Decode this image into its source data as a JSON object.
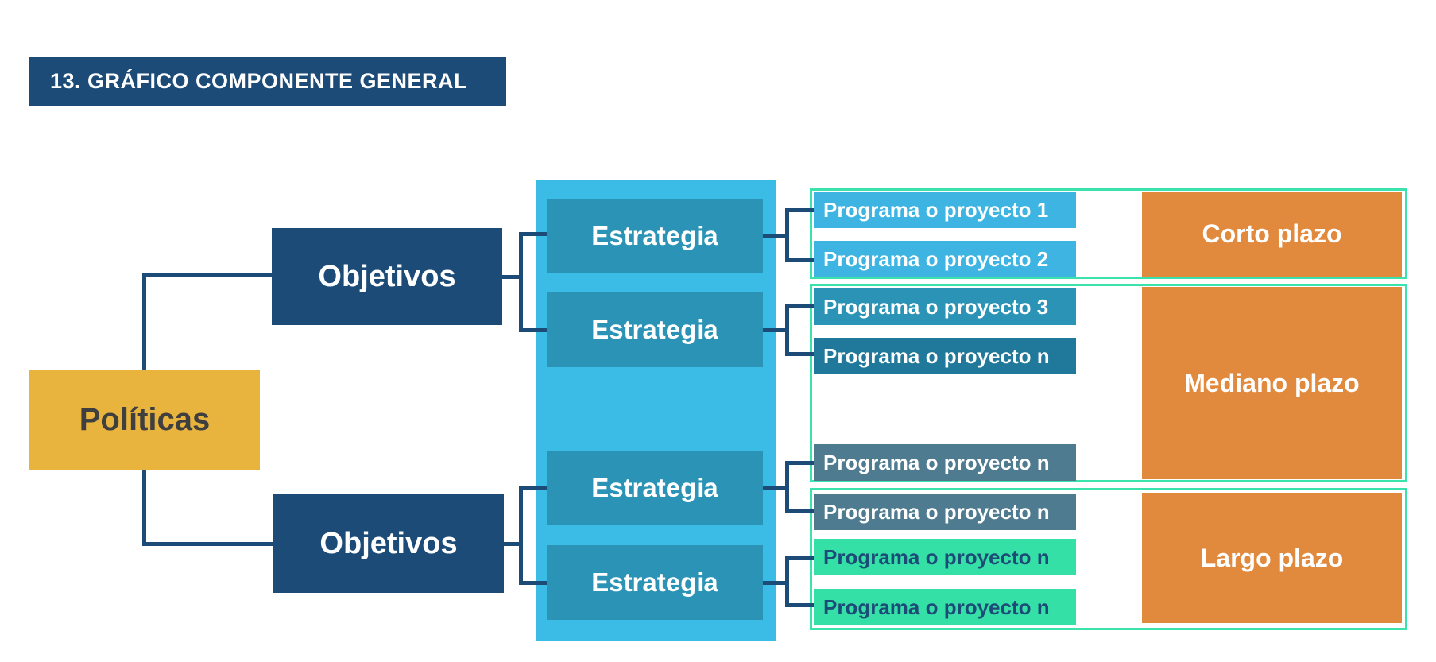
{
  "title": {
    "label": "13. GRÁFICO COMPONENTE GENERAL"
  },
  "colors": {
    "navy": "#1d4b77",
    "yellow": "#e9b43e",
    "sky_blue": "#3abce6",
    "program_blue": "#3db4e2",
    "teal": "#2b94b6",
    "dark_teal": "#20789a",
    "slate": "#4e7b90",
    "mint": "#35e0a7",
    "mint_border": "#3be3ac",
    "orange": "#e1893d",
    "text_dark": "#3f3f3f",
    "white": "#ffffff"
  },
  "diagram": {
    "politicas": {
      "label": "Políticas"
    },
    "objetivos": [
      {
        "label": "Objetivos"
      },
      {
        "label": "Objetivos"
      }
    ],
    "estrategias": [
      {
        "label": "Estrategia"
      },
      {
        "label": "Estrategia"
      },
      {
        "label": "Estrategia"
      },
      {
        "label": "Estrategia"
      }
    ],
    "programas": [
      {
        "label": "Programa o proyecto 1",
        "variant": "sky"
      },
      {
        "label": "Programa o proyecto 2",
        "variant": "sky"
      },
      {
        "label": "Programa o proyecto 3",
        "variant": "teal"
      },
      {
        "label": "Programa o proyecto n",
        "variant": "dark-teal"
      },
      {
        "label": "Programa o proyecto n",
        "variant": "slate"
      },
      {
        "label": "Programa o proyecto n",
        "variant": "slate"
      },
      {
        "label": "Programa o proyecto n",
        "variant": "mint"
      },
      {
        "label": "Programa o proyecto n",
        "variant": "mint"
      }
    ],
    "plazos": [
      {
        "label": "Corto plazo"
      },
      {
        "label": "Mediano plazo"
      },
      {
        "label": "Largo plazo"
      }
    ]
  }
}
